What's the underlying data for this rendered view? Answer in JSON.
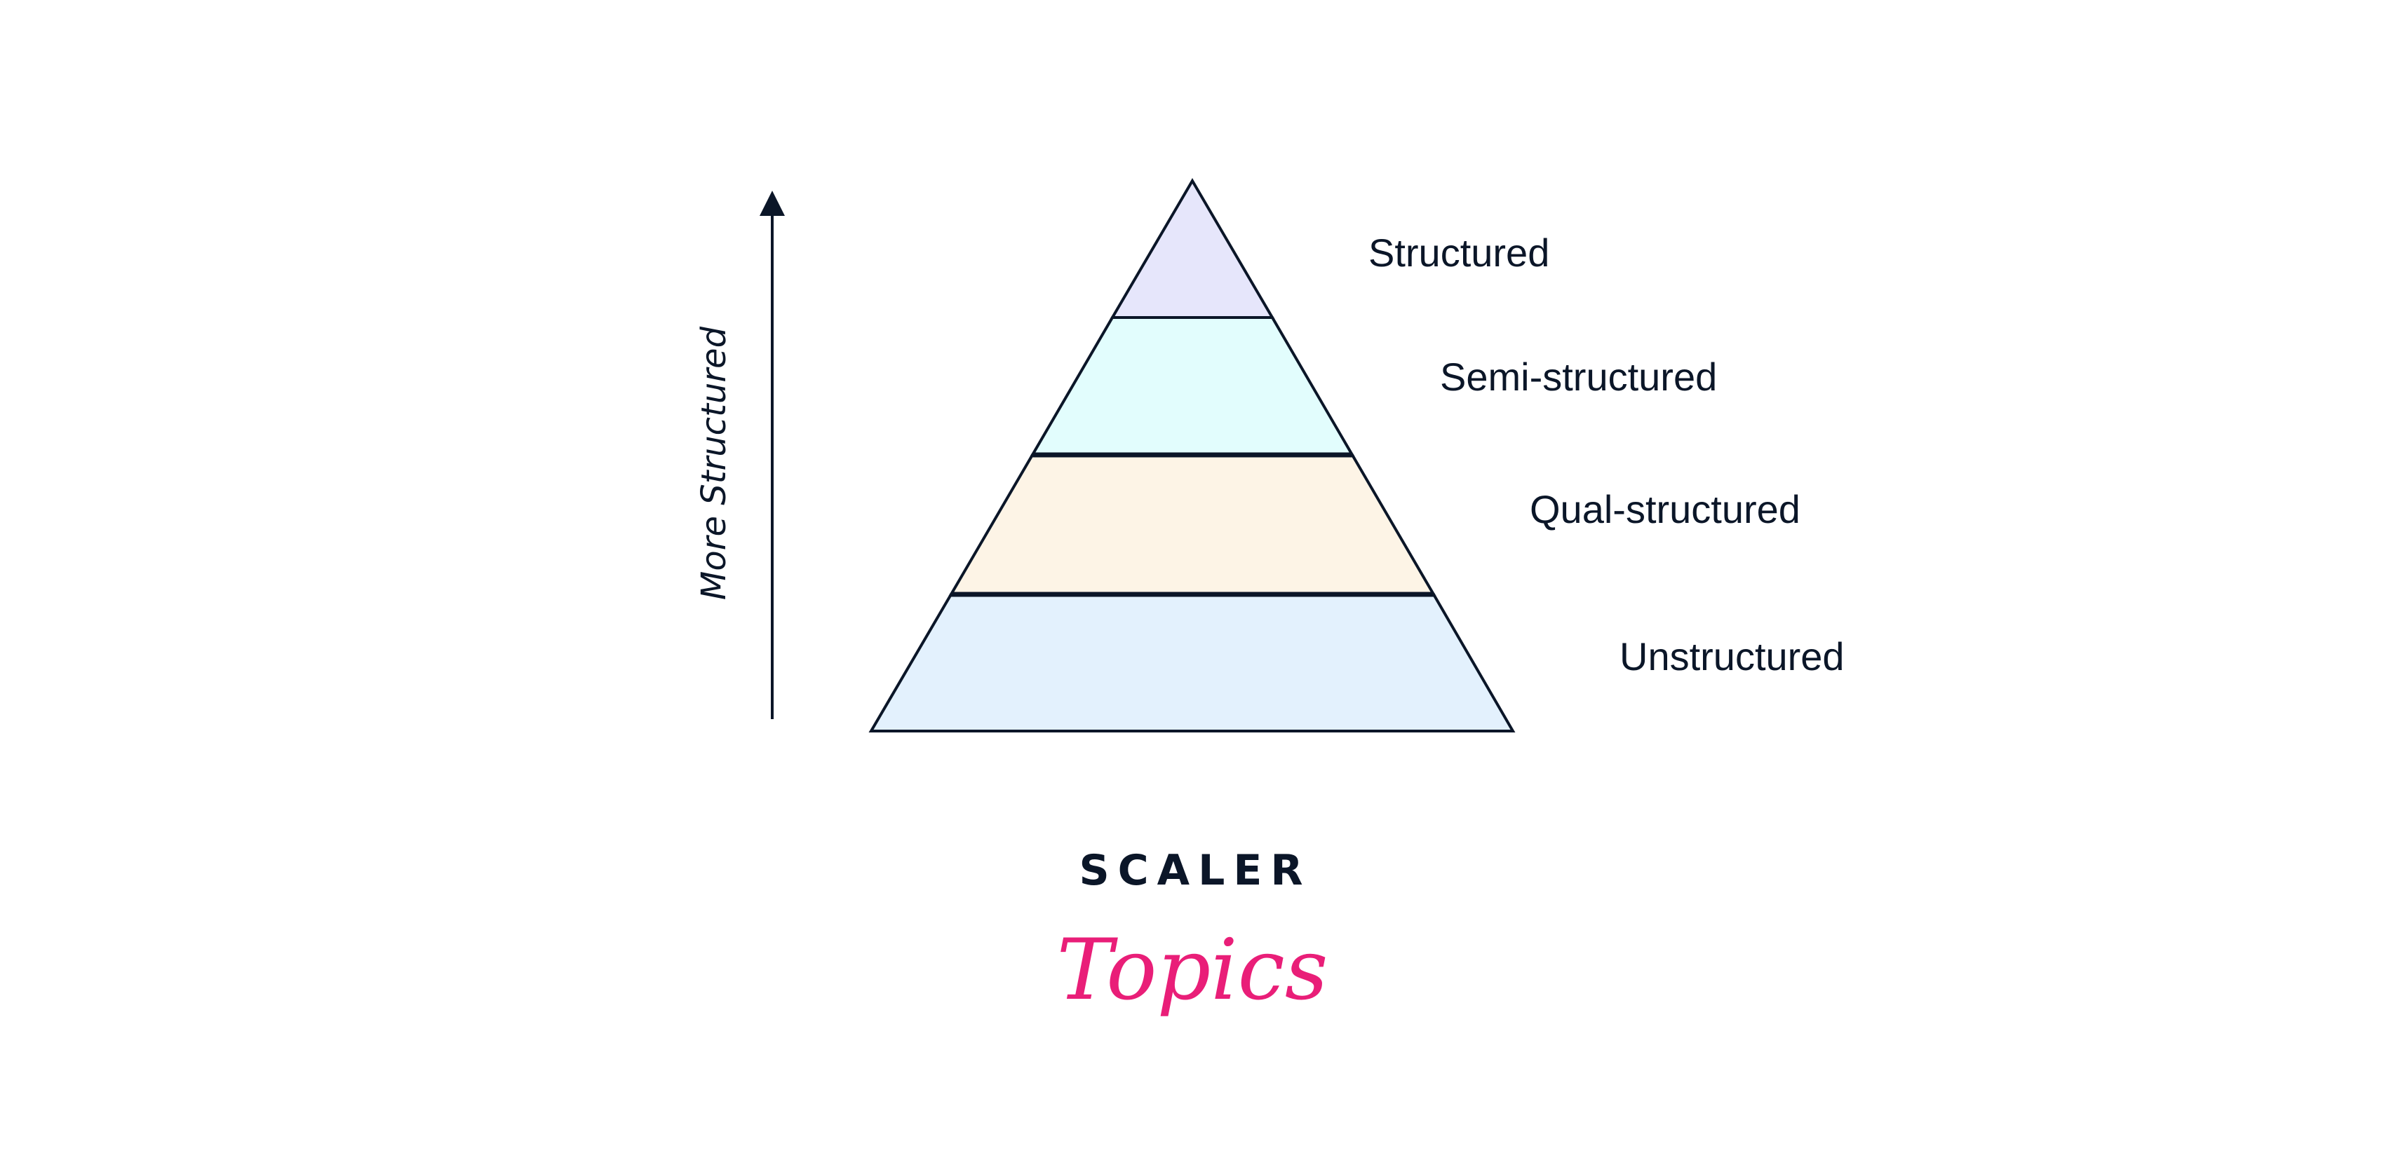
{
  "diagram": {
    "axis_label": "More Structured",
    "layers": [
      {
        "label": "Structured",
        "color": "#e6e6fb"
      },
      {
        "label": "Semi-structured",
        "color": "#e2fdfd"
      },
      {
        "label": "Qual-structured",
        "color": "#fdf4e6"
      },
      {
        "label": "Unstructured",
        "color": "#e3f1fd"
      }
    ]
  },
  "logo": {
    "line1": "SCALER",
    "line2": "Topics",
    "accent": "#e91e78"
  }
}
